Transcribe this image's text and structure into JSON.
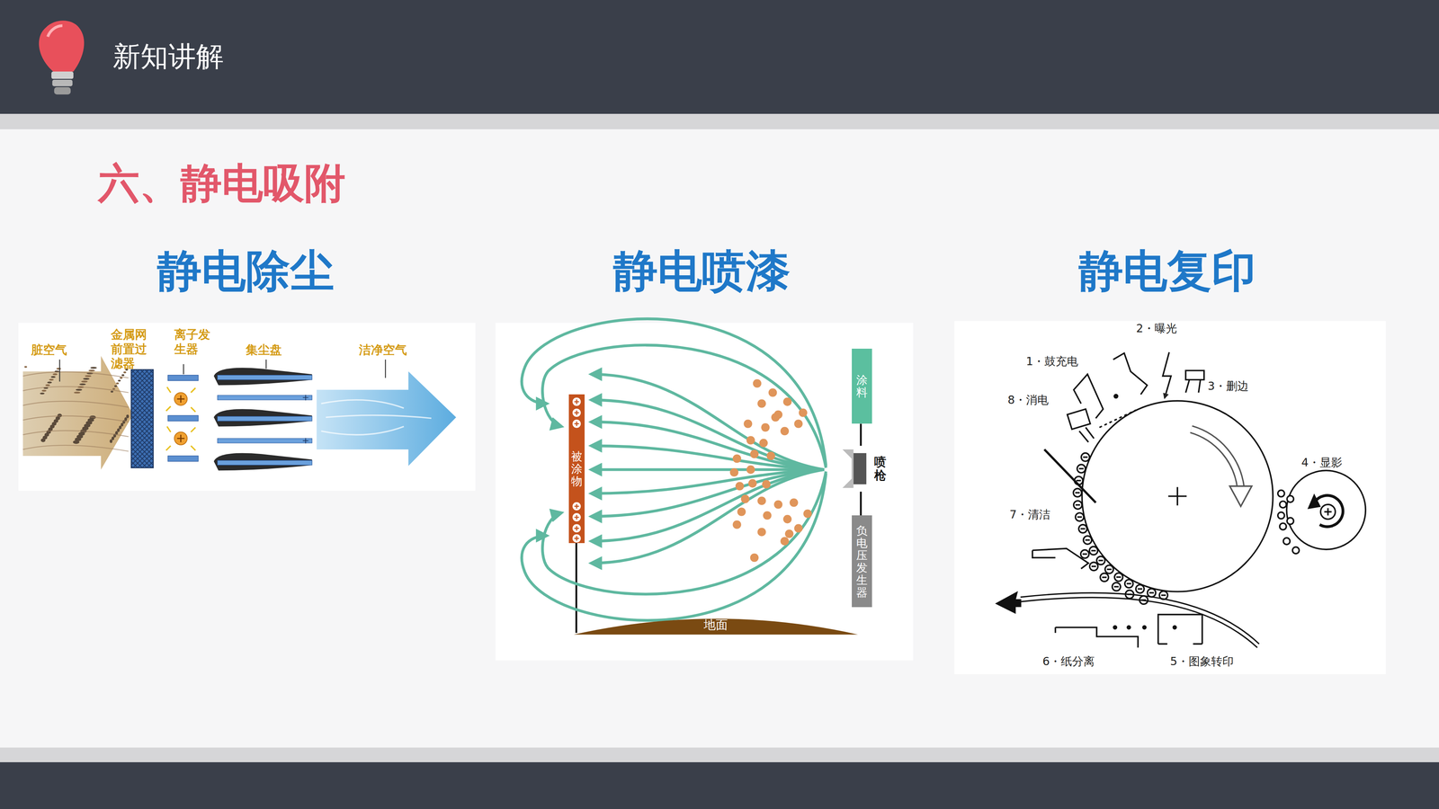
{
  "diagram": {
    "title": "六、静电吸附",
    "nodes": [
      {
        "text": [
          "新知讲解"
        ]
      },
      {
        "text": [
          "被涂物"
        ]
      },
      {
        "text": [
          "涂料"
        ]
      },
      {
        "text": [
          "负电压发生器"
        ]
      },
      {
        "text": [
          "地面"
        ]
      }
    ],
    "labels": [
      "静电除尘",
      "静电喷漆",
      "静电复印",
      "脏空气",
      "金属网前置过滤器",
      "离子发生器",
      "集尘盘",
      "洁净空气",
      "喷枪",
      "2・曝光",
      "1・鼓充电",
      "3・删边",
      "8・消电",
      "4・显影",
      "7・清洁",
      "6・纸分离",
      "5・图象转印"
    ]
  }
}
